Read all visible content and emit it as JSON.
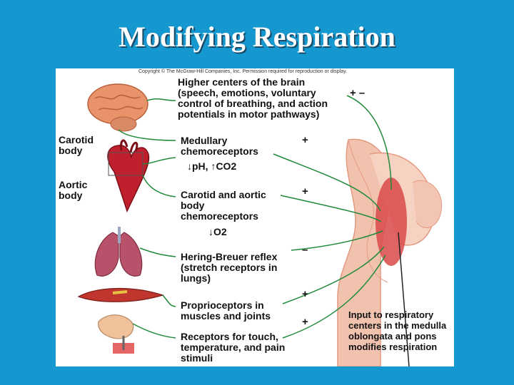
{
  "slide": {
    "title": "Modifying Respiration"
  },
  "figure": {
    "copyright": "Copyright © The McGraw-Hill Companies, Inc. Permission required for reproduction or display.",
    "inputs": [
      {
        "label": "Higher centers of the brain (speech, emotions, voluntary control of breathing, and action potentials in motor pathways)",
        "sign": "+ –"
      },
      {
        "label": "Medullary chemoreceptors",
        "sub": "↓pH, ↑CO2",
        "sign": "+"
      },
      {
        "label": "Carotid and aortic body chemoreceptors",
        "sub": "↓O2",
        "sign": "+"
      },
      {
        "label": "Hering-Breuer reflex (stretch receptors in lungs)",
        "sign": "–"
      },
      {
        "label": "Proprioceptors in muscles and joints",
        "sign": "+"
      },
      {
        "label": "Receptors for touch, temperature, and pain stimuli",
        "sign": "+"
      }
    ],
    "side_labels": {
      "carotid": "Carotid body",
      "aortic": "Aortic body"
    },
    "target_label": "Input to respiratory centers in the medulla oblongata and pons modifies respiration"
  }
}
